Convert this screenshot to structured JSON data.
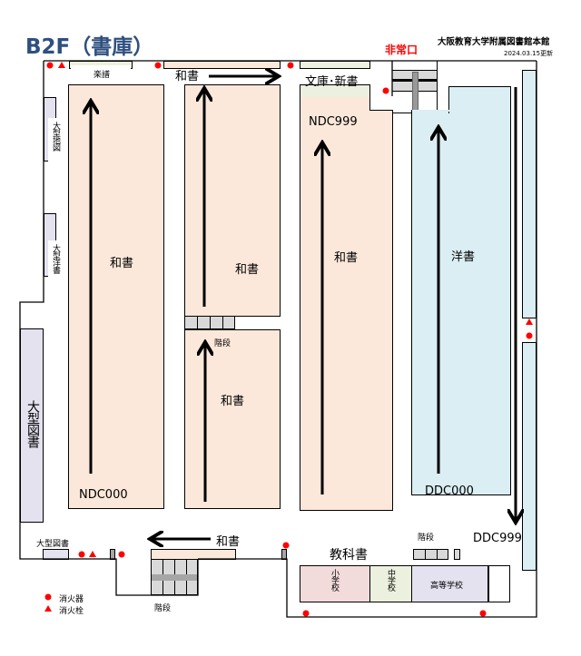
{
  "header": {
    "title": "B2F（書庫）",
    "library": "大阪教育大学附属図書館本館",
    "updated": "2024.03.15更新",
    "emergency_exit": "非常口"
  },
  "areas": {
    "sheet_music": "楽譜",
    "large_maps": "大型地図",
    "large_western": "大型洋書",
    "large_books_side": "大型図書",
    "large_books_bottom": "大型図書",
    "bunko_shinsho": "文庫･新書",
    "washo_top": "和書",
    "washo_a": "和書",
    "washo_b_upper": "和書",
    "washo_b_lower": "和書",
    "washo_c": "和書",
    "washo_bottom": "和書",
    "yosho": "洋書",
    "ndc000": "NDC000",
    "ndc999": "NDC999",
    "ddc000": "DDC000",
    "ddc999": "DDC999",
    "stairs_middle": "階段",
    "stairs_right": "階段",
    "stairs_bottom": "階段",
    "textbooks": "教科書",
    "elementary": "小学校",
    "junior_high": "中学校",
    "high_school": "高等学校"
  },
  "legend": {
    "extinguisher": "消火器",
    "hydrant": "消火栓"
  },
  "colors": {
    "title": "#2e4f7f",
    "japanese_books": "#fbe8da",
    "western_books": "#dbeef3",
    "safety": "#ff0000"
  }
}
